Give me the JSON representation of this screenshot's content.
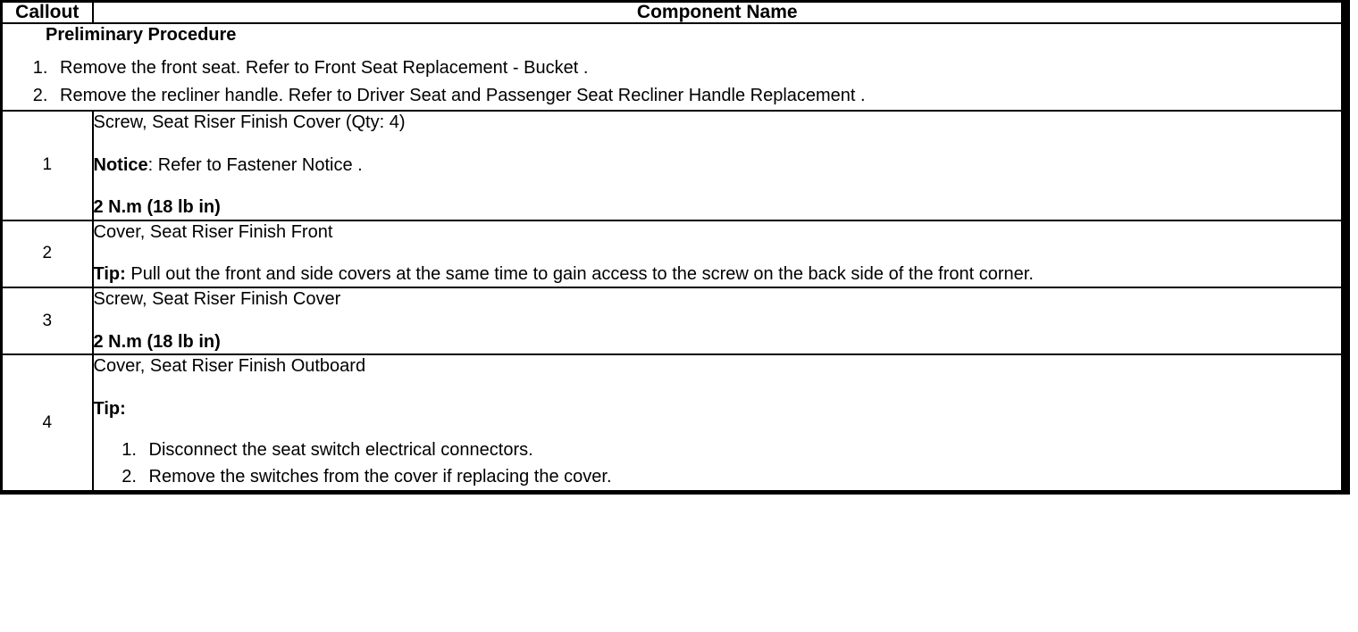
{
  "table": {
    "headers": {
      "callout": "Callout",
      "component_name": "Component Name"
    },
    "preliminary": {
      "title": "Preliminary Procedure",
      "steps": [
        "Remove the front seat. Refer to Front Seat Replacement - Bucket .",
        "Remove the recliner handle. Refer to Driver Seat and Passenger Seat Recliner Handle Replacement ."
      ]
    },
    "rows": [
      {
        "callout": "1",
        "name": "Screw, Seat Riser Finish Cover (Qty: 4)",
        "notice_label": "Notice",
        "notice_text": ": Refer to Fastener Notice .",
        "torque": "2 N.m (18 lb in)"
      },
      {
        "callout": "2",
        "name": "Cover, Seat Riser Finish Front",
        "tip_label": "Tip:",
        "tip_text": " Pull out the front and side covers at the same time to gain access to the screw on the back side of the front corner."
      },
      {
        "callout": "3",
        "name": "Screw, Seat Riser Finish Cover",
        "torque": "2 N.m (18 lb in)"
      },
      {
        "callout": "4",
        "name": "Cover, Seat Riser Finish Outboard",
        "tip_label": "Tip:",
        "tip_steps": [
          "Disconnect the seat switch electrical connectors.",
          "Remove the switches from the cover if replacing the cover."
        ]
      }
    ]
  },
  "colors": {
    "border": "#000000",
    "text": "#000000",
    "background": "#ffffff"
  }
}
